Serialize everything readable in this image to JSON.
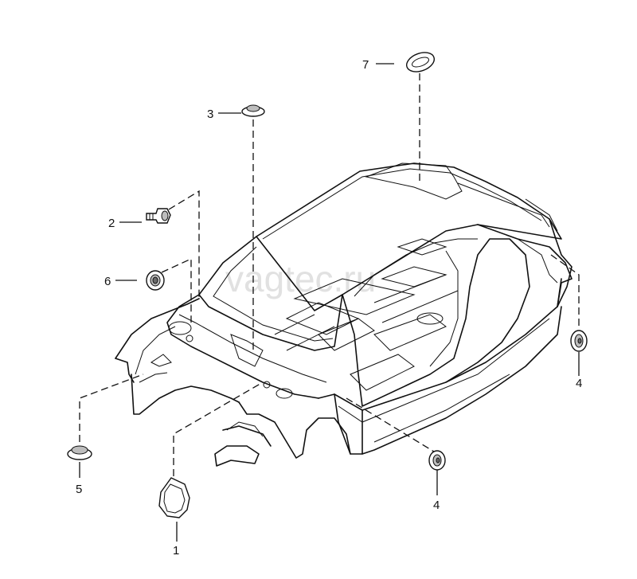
{
  "watermark": "vagtec.ru",
  "callouts": [
    {
      "id": "callout-1",
      "label": "1",
      "part": "sealing-gasket"
    },
    {
      "id": "callout-2",
      "label": "2",
      "part": "expanding-rivet"
    },
    {
      "id": "callout-3",
      "label": "3",
      "part": "round-plug"
    },
    {
      "id": "callout-4a",
      "label": "4",
      "part": "round-plug-right-sill"
    },
    {
      "id": "callout-4b",
      "label": "4",
      "part": "round-plug-rear-side"
    },
    {
      "id": "callout-5",
      "label": "5",
      "part": "grommet"
    },
    {
      "id": "callout-6",
      "label": "6",
      "part": "round-plug-front"
    },
    {
      "id": "callout-7",
      "label": "7",
      "part": "oval-plug-roof"
    }
  ]
}
